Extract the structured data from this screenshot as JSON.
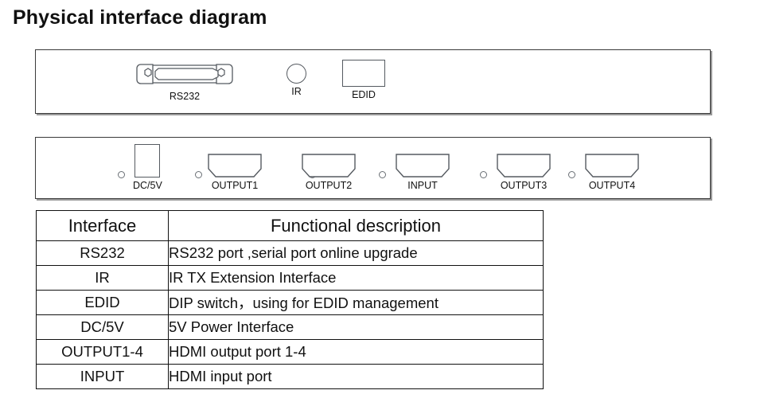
{
  "page": {
    "title": "Physical interface diagram"
  },
  "front_panel": {
    "name": "front-panel",
    "ports": [
      {
        "label": "RS232",
        "type": "dsub-connector"
      },
      {
        "label": "IR",
        "type": "ir-receiver"
      },
      {
        "label": "EDID",
        "type": "dip-switch"
      }
    ]
  },
  "rear_panel": {
    "name": "rear-panel",
    "ports": [
      {
        "label": "DC/5V",
        "type": "dc-power-jack"
      },
      {
        "label": "OUTPUT1",
        "type": "hdmi-port"
      },
      {
        "label": "OUTPUT2",
        "type": "hdmi-port"
      },
      {
        "label": "INPUT",
        "type": "hdmi-port"
      },
      {
        "label": "OUTPUT3",
        "type": "hdmi-port"
      },
      {
        "label": "OUTPUT4",
        "type": "hdmi-port"
      }
    ]
  },
  "table": {
    "headers": [
      "Interface",
      "Functional description"
    ],
    "rows": [
      {
        "interface": "RS232",
        "description": "RS232 port ,serial port online upgrade"
      },
      {
        "interface": "IR",
        "description": "IR TX Extension Interface"
      },
      {
        "interface": "EDID",
        "description": "DIP switch，using for EDID management"
      },
      {
        "interface": "DC/5V",
        "description": "5V Power Interface"
      },
      {
        "interface": "OUTPUT1-4",
        "description": "HDMI output port 1-4"
      },
      {
        "interface": "INPUT",
        "description": "HDMI input port"
      }
    ]
  },
  "colors": {
    "panel_border": "#3a3a3a",
    "panel_shadow": "#9a9a9a",
    "port_outline": "#555a60",
    "table_border": "#111111",
    "text": "#111111"
  }
}
